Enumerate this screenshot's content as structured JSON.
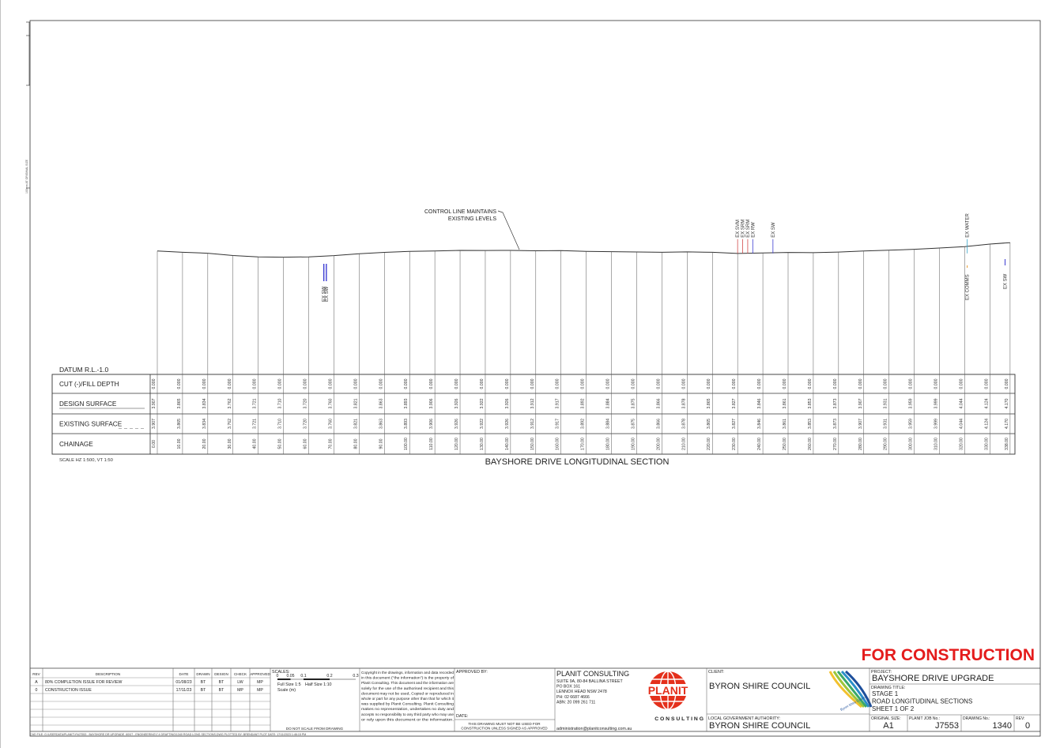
{
  "side_margin_text": "100mm AT ORIGINAL SIZE",
  "profile": {
    "datum_label": "DATUM R.L.-1.0",
    "row_labels": [
      "CUT (-)/FILL DEPTH",
      "DESIGN SURFACE",
      "EXISTING SURFACE",
      "CHAINAGE"
    ],
    "chainages": [
      "0.00",
      "10.00",
      "20.00",
      "30.00",
      "40.00",
      "50.00",
      "60.00",
      "70.00",
      "80.00",
      "90.00",
      "100.00",
      "110.00",
      "120.00",
      "130.00",
      "140.00",
      "150.00",
      "160.00",
      "170.00",
      "180.00",
      "190.00",
      "200.00",
      "210.00",
      "220.00",
      "230.00",
      "240.00",
      "250.00",
      "260.00",
      "270.00",
      "280.00",
      "290.00",
      "300.00",
      "310.00",
      "320.00",
      "330.00",
      "338.00"
    ],
    "cut_fill": [
      "0.000",
      "0.000",
      "0.000",
      "0.000",
      "0.000",
      "0.000",
      "0.000",
      "0.000",
      "0.000",
      "0.000",
      "0.000",
      "0.000",
      "0.000",
      "0.000",
      "0.000",
      "0.000",
      "0.000",
      "0.000",
      "0.000",
      "0.000",
      "0.000",
      "0.000",
      "0.000",
      "0.000",
      "0.000",
      "0.000",
      "0.000",
      "0.000",
      "0.000",
      "0.000",
      "0.000",
      "0.000",
      "0.000",
      "0.000",
      "0.000"
    ],
    "design_surface": [
      "3.907",
      "3.865",
      "3.834",
      "3.762",
      "3.721",
      "3.710",
      "3.720",
      "3.760",
      "3.821",
      "3.863",
      "3.893",
      "3.906",
      "3.926",
      "3.922",
      "3.926",
      "3.912",
      "3.917",
      "3.892",
      "3.884",
      "3.875",
      "3.866",
      "3.878",
      "3.865",
      "3.827",
      "3.846",
      "3.861",
      "3.853",
      "3.873",
      "3.907",
      "3.931",
      "3.959",
      "3.999",
      "4.044",
      "4.124",
      "4.170"
    ],
    "existing_surface": [
      "3.907",
      "3.865",
      "3.834",
      "3.762",
      "3.721",
      "3.710",
      "3.720",
      "3.760",
      "3.821",
      "3.863",
      "3.893",
      "3.906",
      "3.926",
      "3.922",
      "3.926",
      "3.912",
      "3.917",
      "3.892",
      "3.884",
      "3.875",
      "3.866",
      "3.878",
      "3.865",
      "3.827",
      "3.846",
      "3.861",
      "3.853",
      "3.873",
      "3.907",
      "3.931",
      "3.959",
      "3.999",
      "4.044",
      "4.124",
      "4.170"
    ],
    "annotation": [
      "CONTROL LINE MAINTAINS",
      "EXISTING LEVELS"
    ],
    "services": [
      {
        "label": "EX SVM",
        "ch": 230,
        "color": "#d24b4b"
      },
      {
        "label": "EX SRM",
        "ch": 232,
        "color": "#d24b4b"
      },
      {
        "label": "EX SRM",
        "ch": 234,
        "color": "#d24b4b"
      },
      {
        "label": "EX RW",
        "ch": 236,
        "color": "#3c3cd2"
      },
      {
        "label": "EX SW",
        "ch": 244,
        "color": "#3c3cd2"
      },
      {
        "label": "EX WATER",
        "ch": 321,
        "color": "#3aa6c8"
      }
    ],
    "below_services": [
      {
        "label": "EX SW",
        "ch": 66,
        "color": "#3c3cd2"
      },
      {
        "label": "EX SW",
        "ch": 67,
        "color": "#3c3cd2"
      },
      {
        "label": "EX COMMS",
        "ch": 321,
        "color": "#e89a2c"
      },
      {
        "label": "EX SW",
        "ch": 336,
        "color": "#3c3cd2"
      }
    ],
    "scale_note": "SCALE HZ 1:500, VT 1:50",
    "title": "BAYSHORE DRIVE LONGITUDINAL SECTION"
  },
  "for_construction": "FOR CONSTRUCTION",
  "colors": {
    "for_construction": "#e41b1b",
    "logo_red": "#e4301c"
  },
  "revisions": {
    "headers": [
      "REV",
      "DESCRIPTION",
      "DATE",
      "DRAWN",
      "DESIGN",
      "CHECK",
      "APPROVED"
    ],
    "rows": [
      [
        "A",
        "80% COMPLETION ISSUE FOR REVIEW",
        "01/08/23",
        "BT",
        "BT",
        "LW",
        "MP"
      ],
      [
        "0",
        "CONSTRUCTION ISSUE",
        "17/11/23",
        "BT",
        "BT",
        "MP",
        "MP"
      ]
    ]
  },
  "scales": {
    "label": "SCALES:",
    "ticks": [
      "0",
      "0.05",
      "0.1",
      "0.2",
      "0.3"
    ],
    "full_size": "Full Size 1:5",
    "half_size": "Half Size 1:10",
    "unit": "Scale (m)"
  },
  "do_not_scale": "DO NOT SCALE FROM DRAWING",
  "copyright": [
    "Copyright in the drawings, information and data recorded",
    "in this document (\"the information\") is the property of",
    "Planit Consulting. This document and the information are",
    "solely for the use of the authorised recipient and this",
    "document may not be used, Copied or reproduced in",
    "whole or part for any purpose other than that for which it",
    "was supplied by Planit Consulting. Planit Consulting",
    "makes no representation, undertakes no duty and",
    "accepts no responsibility to any third party who may use",
    "or rely upon this document or the information."
  ],
  "approved_by": "APPROVED BY:",
  "date_label": "DATE:",
  "not_for_construction": [
    "THIS DRAWING MUST NOT BE USED FOR",
    "CONSTRUCTION UNLESS SIGNED AS APPROVED"
  ],
  "company": {
    "name": "PLANIT CONSULTING",
    "address": [
      "SUITE 9A, 80-84 BALLINA STREET",
      "PO BOX 161",
      "LENNOX HEAD NSW 2478",
      "PH: 02 6687 4666",
      "ABN: 20 099 261 711"
    ],
    "email": "administration@planitconsulting.com.au",
    "logo_text": "PLANIT",
    "consulting_text": "C O N S U L T I N G"
  },
  "client": {
    "label": "CLIENT:",
    "name": "BYRON SHIRE COUNCIL",
    "lga_label": "LOCAL GOVERNMENT AUTHORITY:",
    "lga_name": "BYRON SHIRE COUNCIL",
    "logo_text": "Byron Shire Council"
  },
  "project": {
    "label": "PROJECT:",
    "name": "BAYSHORE DRIVE UPGRADE",
    "drawing_title_label": "DRAWING TITLE:",
    "drawing_title": [
      "STAGE 1",
      "ROAD LONGITUDINAL SECTIONS",
      "SHEET 1 OF 2"
    ],
    "original_size_label": "ORIGINAL SIZE:",
    "original_size": "A1",
    "job_label": "PLANIT JOB No.:",
    "job": "J7553",
    "drawing_no_label": "DRAWING No.:",
    "drawing_no": "1340",
    "rev_label": "REV:",
    "rev": "0"
  },
  "cad_file": "CAD FILE: G:\\USERDATA\\PLANIT\\YNJ7553 - BAYSHORE DR UPGRADE_60\\07 - ENGINEERING\\7.4 DRAFTING\\1340 ROAD LONG SECTIONS.DWG PLOTTED BY: BRENDANT  PLOT DATE: 17/11/2023 1:46:15 PM"
}
